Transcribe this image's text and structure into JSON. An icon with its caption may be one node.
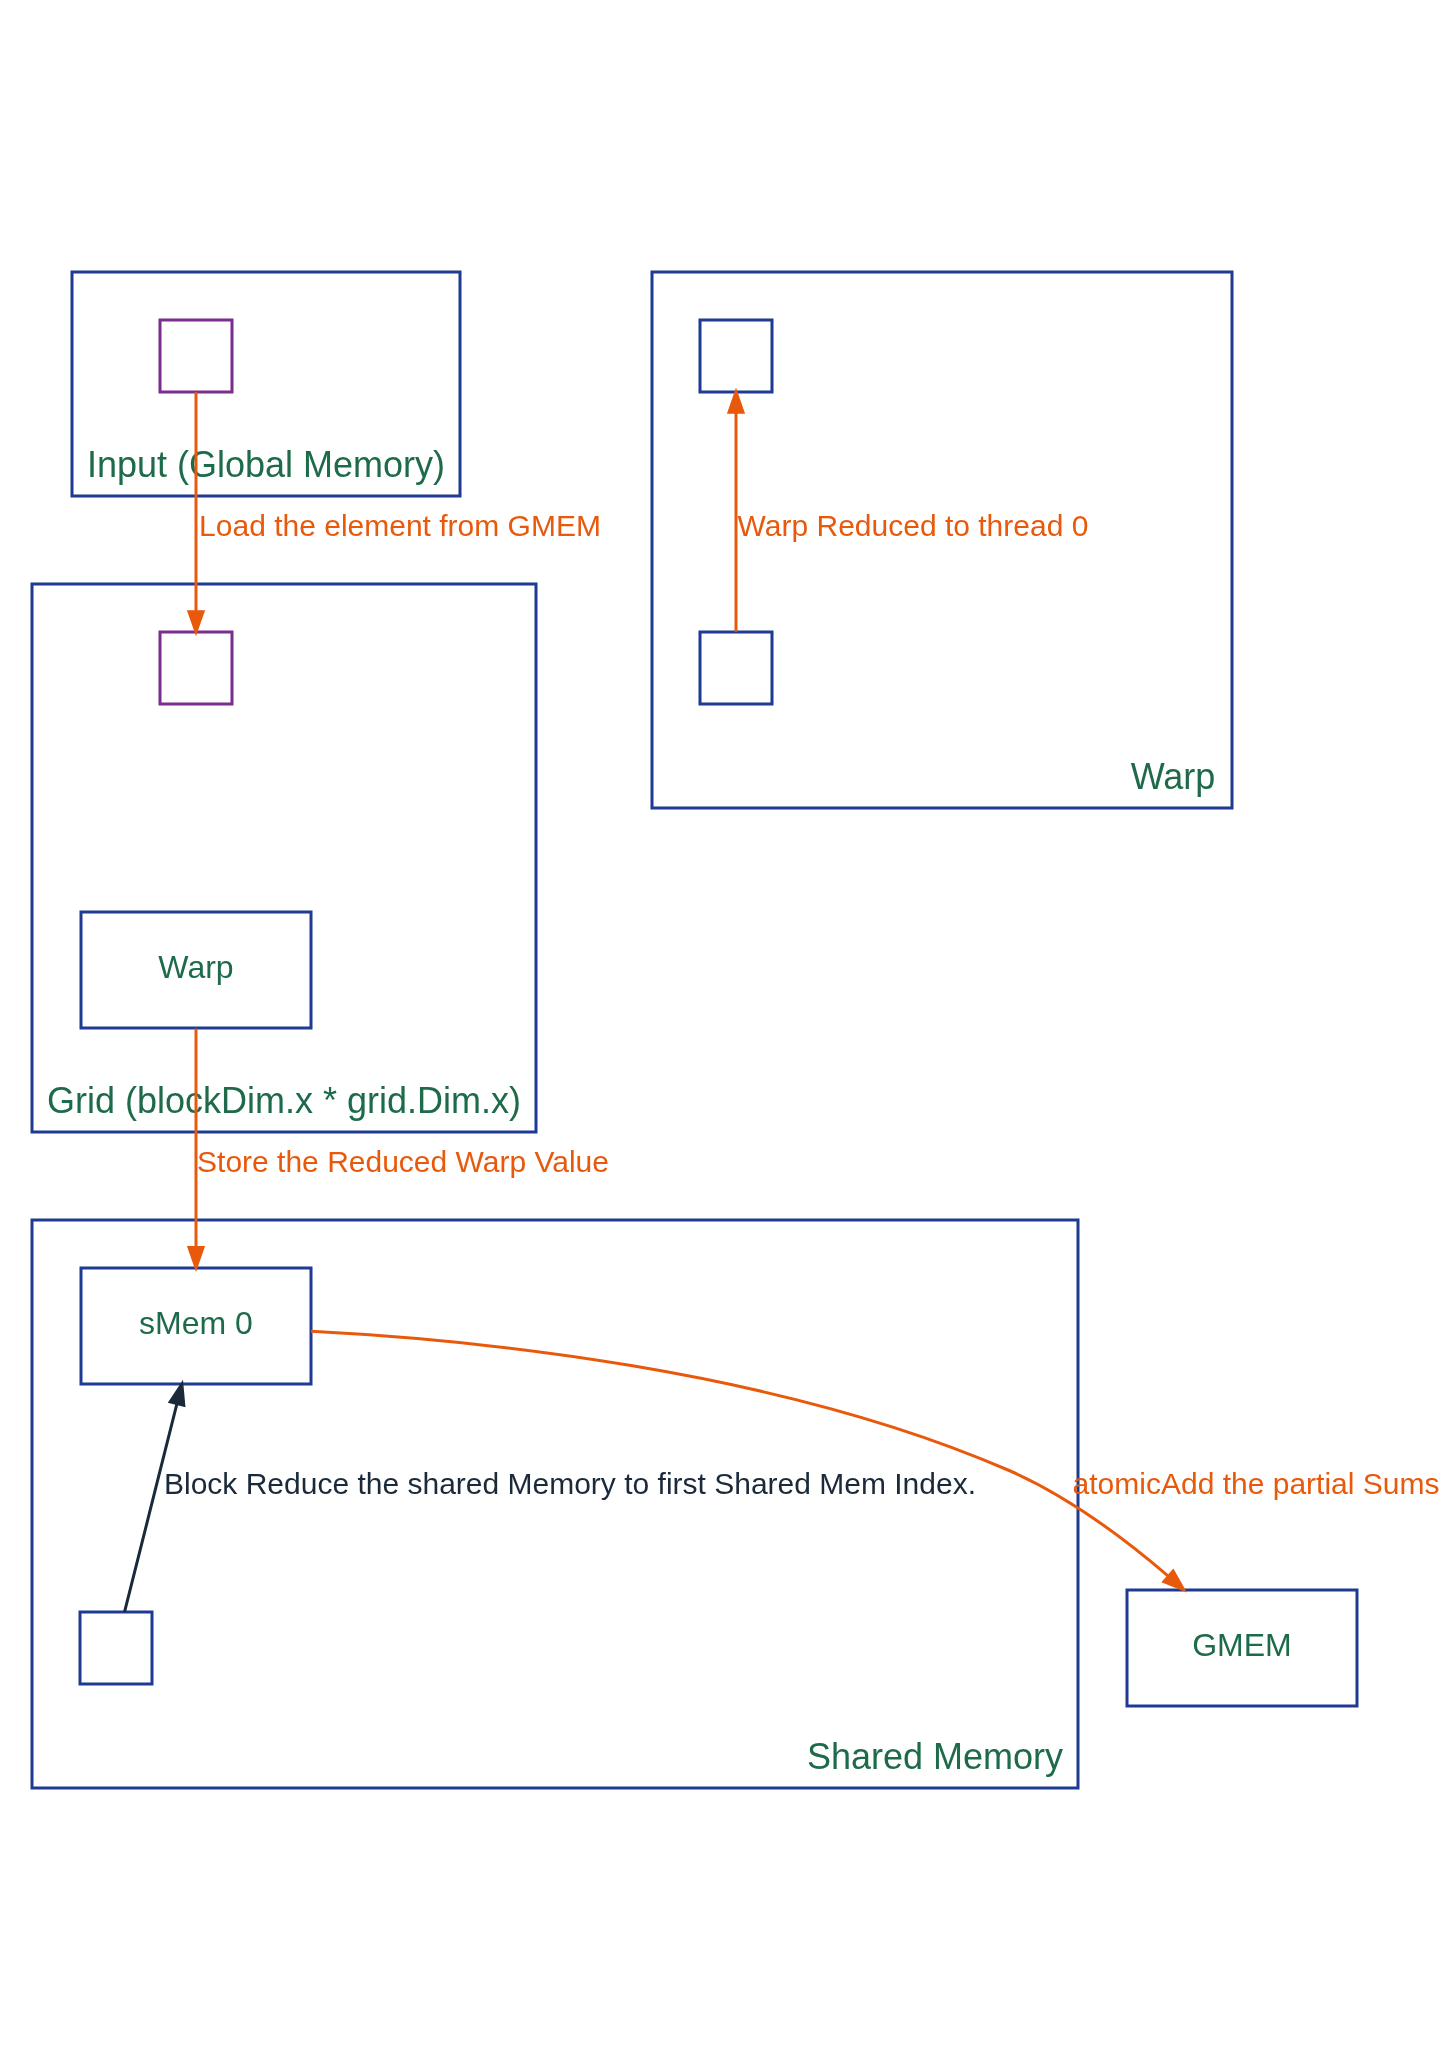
{
  "diagram": {
    "nodes": [
      {
        "text": [
          "Input (Global Memory)"
        ]
      },
      {
        "text": [],
        "shape": "box",
        "in": 0
      },
      {
        "text": [
          "Grid (blockDim.x * grid.Dim.x)"
        ]
      },
      {
        "text": [],
        "shape": "box",
        "in": 2
      },
      {
        "text": [
          "Warp"
        ],
        "in": 2
      },
      {
        "text": [
          "Warp"
        ]
      },
      {
        "text": [],
        "shape": "box",
        "in": 5
      },
      {
        "text": [],
        "shape": "box",
        "in": 5
      },
      {
        "text": [
          "Shared Memory"
        ]
      },
      {
        "text": [
          "sMem 0"
        ],
        "in": 8
      },
      {
        "text": [],
        "shape": "box",
        "in": 8
      },
      {
        "text": [
          "GMEM"
        ]
      }
    ],
    "edges": [
      {
        "from": 1,
        "to": 3,
        "arrow": "to",
        "label": "Load the element from GMEM"
      },
      {
        "from": 7,
        "to": 6,
        "arrow": "to",
        "label": "Warp Reduced to thread 0"
      },
      {
        "from": 4,
        "to": 9,
        "arrow": "to",
        "label": "Store the Reduced Warp Value"
      },
      {
        "from": 10,
        "to": 9,
        "arrow": "to",
        "label": "Block Reduce the shared Memory to first Shared Mem Index.",
        "color": "#1a2a3a"
      },
      {
        "from": 9,
        "to": 11,
        "arrow": "to",
        "label": "atomicAdd the partial Sums"
      }
    ]
  }
}
